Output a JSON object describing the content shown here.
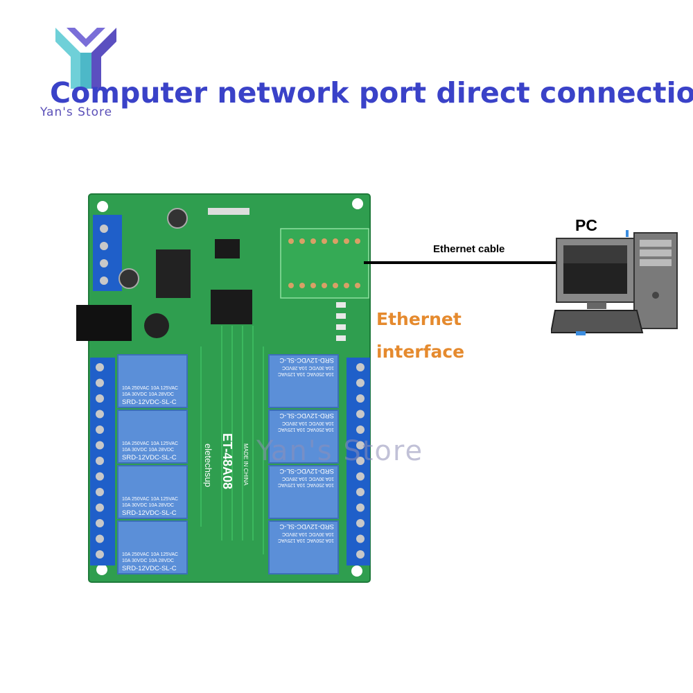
{
  "header": {
    "title": "Computer network port  direct connection",
    "store_name": "Yan's Store"
  },
  "watermark": "Yan's Store",
  "labels": {
    "ethernet_cable": "Ethernet cable",
    "pc": "PC",
    "ethernet_interface_line1": "Ethernet",
    "ethernet_interface_line2": "interface"
  },
  "board": {
    "brand": "eletechsup",
    "model": "ET-48A08",
    "origin": "MADE IN CHINA",
    "relay_rating_1": "10A 250VAC  10A 125VAC",
    "relay_rating_2": "10A  30VDC  10A  28VDC",
    "relay_model": "SRD-12VDC-SL-C",
    "relay_count": 8
  },
  "colors": {
    "title": "#3a42c8",
    "pcb_green": "#2f9e4f",
    "relay_blue": "#5b8fd8",
    "terminal_blue": "#1f5fc9",
    "interface_label": "#e58a2e"
  }
}
